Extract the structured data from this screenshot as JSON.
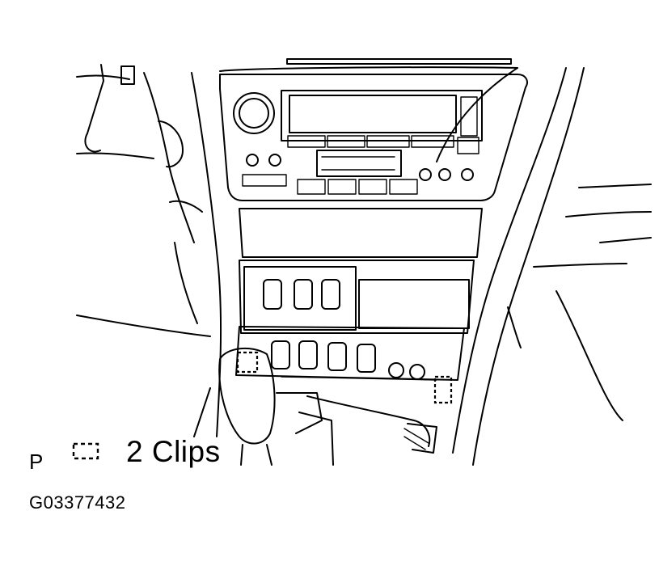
{
  "diagram": {
    "view_label": "P",
    "legend": {
      "symbol": "dashed-square-clip-symbol",
      "text": "2 Clips"
    },
    "figure_id": "G03377432"
  },
  "colors": {
    "line": "#000000",
    "background": "#ffffff"
  }
}
